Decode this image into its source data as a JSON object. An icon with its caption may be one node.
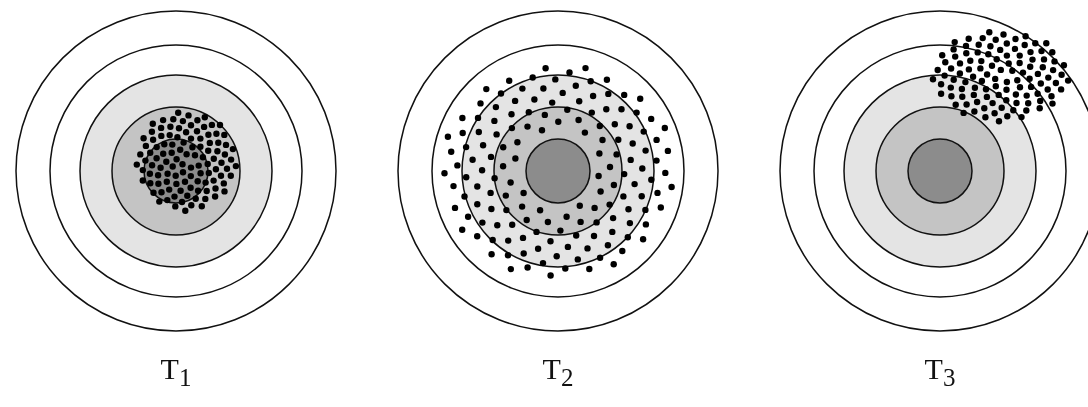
{
  "diagram": {
    "labels": [
      "T$_{1}$",
      "T$_{2}$",
      "T$_{3}$"
    ]
  }
}
